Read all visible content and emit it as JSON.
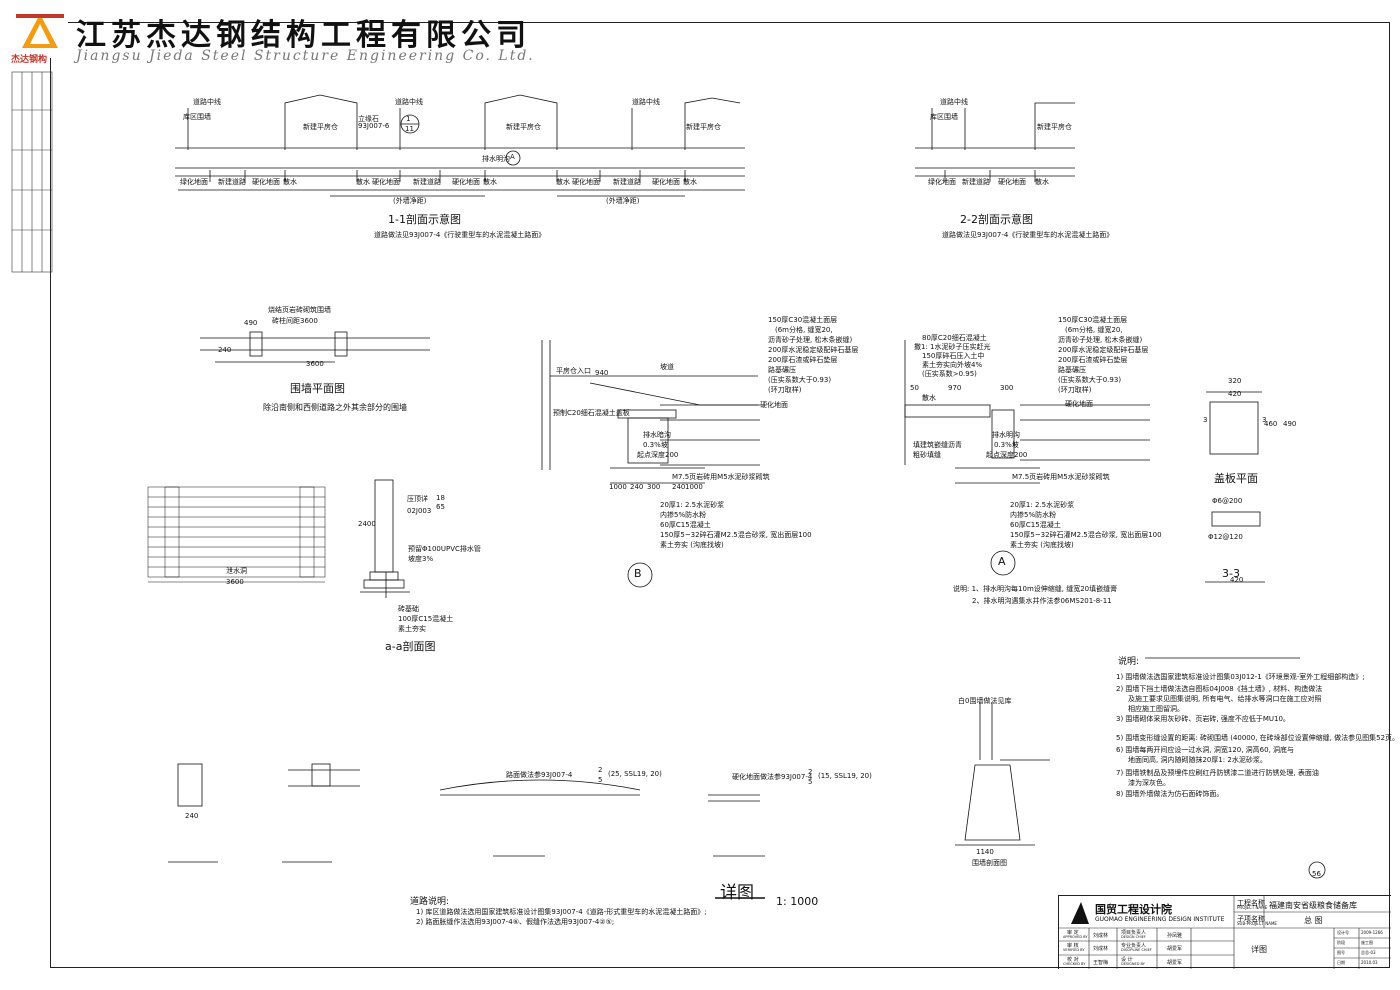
{
  "header": {
    "company_cn": "江苏杰达钢结构工程有限公司",
    "company_en": "Jiangsu Jieda Steel Structure Engineering Co. Ltd.",
    "logo_text": "杰达钢构"
  },
  "section_1_1": {
    "title": "1-1剖面示意图",
    "note": "道路做法见93J007-4《行驶重型车的水泥混凝土路面》",
    "labels": [
      "道路中线",
      "库区围墙",
      "新建平房仓",
      "立缘石",
      "93J007-6",
      "道路中线",
      "新建平房仓",
      "道路中线",
      "新建平房仓",
      "排水明沟",
      "绿化地面",
      "新建道路",
      "硬化地面",
      "散水",
      "散水",
      "硬化地面",
      "新建道路",
      "硬化地面",
      "散水",
      "散水",
      "硬化地面",
      "新建道路",
      "硬化地面",
      "散水",
      "(外墙净距)",
      "(外墙净距)"
    ],
    "callout": "1",
    "callout_sheet": "11",
    "detail_ref": "A"
  },
  "section_2_2": {
    "title": "2-2剖面示意图",
    "note": "道路做法见93J007-4《行驶重型车的水泥混凝土路面》",
    "labels": [
      "道路中线",
      "库区围墙",
      "新建平房仓",
      "绿化地面",
      "新建道路",
      "硬化地面",
      "散水"
    ]
  },
  "wall_plan": {
    "title": "围墙平面图",
    "subtitle": "除沿南侧和西侧道路之外其余部分的围墙",
    "labels": [
      "烧结页岩砖砌筑围墙",
      "砖柱间距3600",
      "490",
      "240",
      "3600"
    ]
  },
  "section_a_a": {
    "title": "a-a剖面图",
    "labels": [
      "压顶详",
      "02J003",
      "18",
      "65",
      "预留Φ100UPVC排水管",
      "坡度3%",
      "泄水洞",
      "砖基础",
      "100厚C15混凝土",
      "素土夯实",
      "3600",
      "2400"
    ]
  },
  "detail_b": {
    "ref": "B",
    "labels_right": [
      "150厚C30混凝土面层",
      "(6m分格, 缝宽20,",
      "沥青砂子处理, 松木条嵌缝)",
      "200厚水泥稳定级配碎石基层",
      "200厚石渣或碎石垫层",
      "路基碾压",
      "(压实系数大于0.93)",
      "(环刀取样)"
    ],
    "labels_left": [
      "平房仓入口",
      "坡道",
      "预制C20细石混凝土盖板",
      "排水暗沟",
      "0.3%坡",
      "起点深度200",
      "硬化地面",
      "M7.5页岩砖用M5水泥砂浆砌筑",
      "940",
      "1000",
      "240",
      "300",
      "240",
      "1000"
    ],
    "labels_bottom": [
      "20厚1: 2.5水泥砂浆",
      "内掺5%防水粉",
      "60厚C15混凝土",
      "150厚5~32碎石灌M2.5混合砂浆, 宽出面层100",
      "素土夯实 (沟底找坡)"
    ]
  },
  "detail_a": {
    "ref": "A",
    "labels_left": [
      "80厚C20细石混凝土",
      "撒1: 1水泥砂子压实赶光",
      "150厚碎石压入土中",
      "素土夯实向外坡4%",
      "(压实系数>0.95)",
      "散水",
      "填建筑嵌缝沥青",
      "粗砂填缝",
      "50",
      "970",
      "300"
    ],
    "labels_right": [
      "150厚C30混凝土面层",
      "(6m分格, 缝宽20,",
      "沥青砂子处理, 松木条嵌缝)",
      "200厚水泥稳定级配碎石基层",
      "200厚石渣或碎石垫层",
      "路基碾压",
      "(压实系数大于0.93)",
      "(环刀取样)",
      "硬化地面",
      "排水明沟",
      "0.3%坡",
      "起点深度200",
      "M7.5页岩砖用M5水泥砂浆砌筑"
    ],
    "labels_bottom": [
      "20厚1: 2.5水泥砂浆",
      "内掺5%防水粉",
      "60厚C15混凝土",
      "150厚5~32碎石灌M2.5混合砂浆, 宽出面层100",
      "素土夯实 (沟底找坡)"
    ],
    "notes": [
      "说明: 1、排水明沟每10m设伸缩缝, 缝宽20填嵌缝膏",
      "2、排水明沟遇集水井作法参06MS201-8-11"
    ]
  },
  "cover_plate": {
    "title": "盖板平面",
    "section_title": "3-3",
    "labels": [
      "320",
      "420",
      "460",
      "490",
      "Φ6@200",
      "Φ12@120",
      "420",
      "3",
      "3"
    ]
  },
  "bottom_details": {
    "road_ref": "路面做法参93J007-4",
    "road_ref_num": "2",
    "road_ref_sheet": "5",
    "road_ref_extra": "(25, SSL19, 20)",
    "hard_ref": "硬化地面做法参93J007-4",
    "hard_ref_num": "2",
    "hard_ref_sheet": "5",
    "hard_ref_extra": "(15, SSL19, 20)",
    "left_dim": "240",
    "retaining_title": "围墙剖面图",
    "retaining_top": "白0围墙做法见库",
    "retaining_bottom": "1140"
  },
  "detail_title": {
    "label": "详图",
    "scale": "1: 1000"
  },
  "road_notes": {
    "heading": "道路说明:",
    "items": [
      "1) 库区道路做法选用国家建筑标准设计图集93J007-4《道路-形式重型车的水泥混凝土路面》;",
      "2) 路面胀缝作法选用93J007-4⑥、假缝作法选用93J007-4②⑤;"
    ]
  },
  "general_notes": {
    "heading": "说明:",
    "items": [
      "1) 围墙做法选国家建筑标准设计图集03J012-1《环境景观-室外工程细部构造》;",
      "2) 围墙下挡土墙做法选自图标04J008《挡土墙》, 材料、构造做法",
      "及施工要求见图集说明, 所有电气、给排水等洞口在施工应对照",
      "相应施工图留洞。",
      "3) 围墙砌体采用灰砂砖、页岩砖, 强度不应低于MU10。",
      "5) 围墙变形缝设置的距离: 砖砌围墙 (40000, 在砖垛部位设置伸缩缝, 做法参见图集52页。",
      "6) 围墙每两开间应设一过水洞, 洞宽120, 洞高60, 洞底与",
      "地面同高, 洞内随砌随抹20厚1: 2水泥砂浆。",
      "7) 围墙铁制品及预埋件应刷红丹防锈漆二道进行防锈处理, 表面油",
      "漆为深灰色。",
      "8) 围墙外墙做法为仿石面砖饰面。"
    ]
  },
  "title_block": {
    "institute_cn": "国贸工程设计院",
    "institute_en": "GUOMAO ENGINEERING DESIGN INSTITUTE",
    "project_label": "工程名称",
    "project_label_en": "PROJECT NAME",
    "project_name": "福建南安省级粮食储备库",
    "sub_label": "子项名称",
    "sub_label_en": "SUB-PROJECT NAME",
    "sub_name": "总 图",
    "drawing_name": "详图",
    "rows": [
      {
        "role": "审 定",
        "role_en": "APPROVED BY",
        "name": "刘成林",
        "role2": "项目负责人",
        "role2_en": "DESIGN CHIEF",
        "name2": "孙凤雅"
      },
      {
        "role": "审 核",
        "role_en": "VERIFIED BY",
        "name": "刘成林",
        "role2": "专业负责人",
        "role2_en": "DISCIPLINE CHIEF",
        "name2": "胡爱军"
      },
      {
        "role": "校 对",
        "role_en": "CHECKED BY",
        "name": "王智梅",
        "role2": "设 计",
        "role2_en": "DESIGNED BY",
        "name2": "胡爱军"
      }
    ],
    "right_meta": [
      "设计号",
      "2009-1266",
      "阶段",
      "施工图",
      "图号",
      "总总-03",
      "日期",
      "2010.03"
    ],
    "page_num": "56"
  }
}
